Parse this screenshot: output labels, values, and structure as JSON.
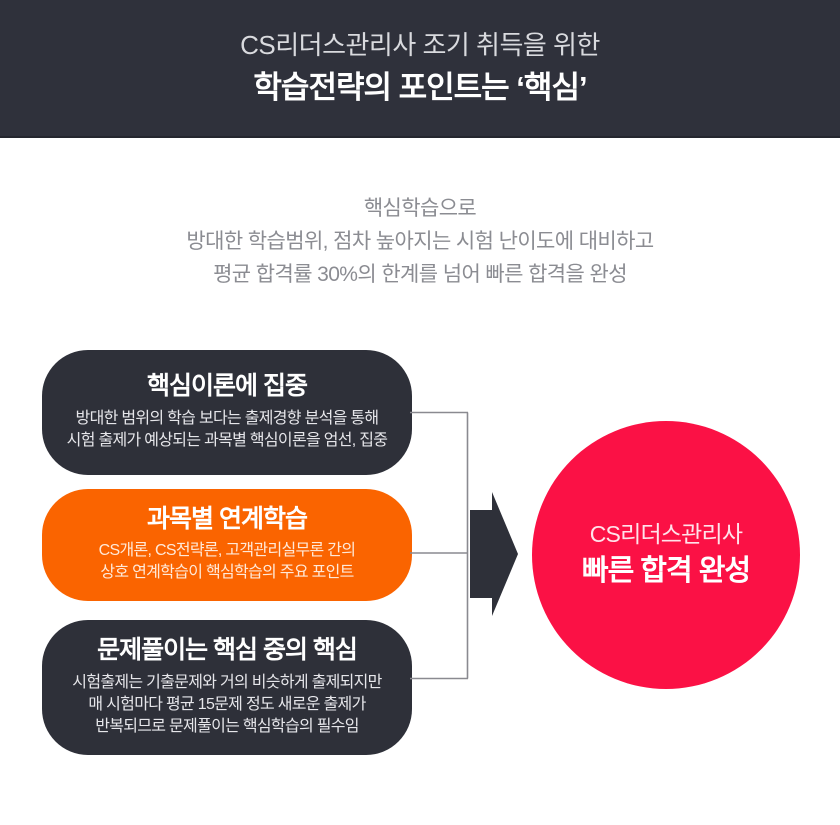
{
  "header": {
    "line1": "CS리더스관리사 조기 취득을 위한",
    "line2": "학습전략의 포인트는 ‘핵심’",
    "background_color": "#2f313b"
  },
  "lead": {
    "line1": "핵심학습으로",
    "line2": "방대한 학습범위, 점차 높아지는 시험 난이도에 대비하고",
    "line3": "평균 합격률 30%의 한계를 넘어 빠른 합격을 완성"
  },
  "cards": [
    {
      "title": "핵심이론에 집중",
      "body_line1": "방대한 범위의 학습 보다는 출제경향 분석을 통해",
      "body_line2": "시험 출제가 예상되는 과목별 핵심이론을 엄선, 집중",
      "body_line3": "",
      "color": "#2e3039",
      "style": "dark"
    },
    {
      "title": "과목별 연계학습",
      "body_line1": "CS개론, CS전략론, 고객관리실무론 간의",
      "body_line2": "상호 연계학습이 핵심학습의 주요 포인트",
      "body_line3": "",
      "color": "#fa6400",
      "style": "orange"
    },
    {
      "title": "문제풀이는 핵심 중의 핵심",
      "body_line1": "시험출제는 기출문제와 거의 비슷하게 출제되지만",
      "body_line2": "매 시험마다 평균 15문제 정도 새로운 출제가",
      "body_line3": "반복되므로 문제풀이는 핵심학습의 필수임",
      "color": "#2e3039",
      "style": "dark"
    }
  ],
  "connector": {
    "line_color": "#8a8a90",
    "arrow_color": "#2e3039"
  },
  "goal": {
    "sub": "CS리더스관리사",
    "main": "빠른 합격 완성",
    "color": "#fb1145"
  }
}
